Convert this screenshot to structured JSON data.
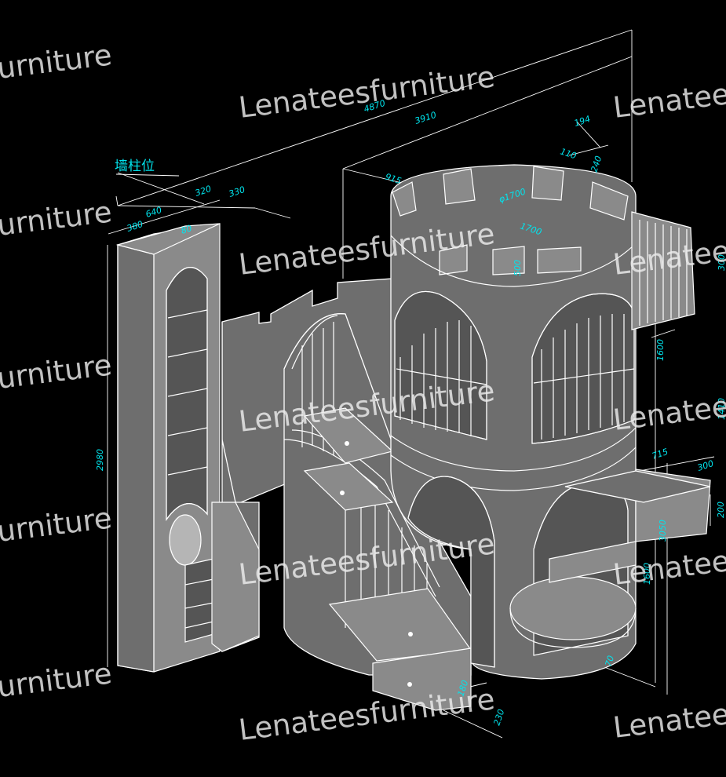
{
  "drawing": {
    "note_label": "墙柱位",
    "dimensions": {
      "total_length": "4870",
      "inner_length": "3910",
      "top_block": "194",
      "top_small": "110",
      "top_height": "240",
      "tower_offset": "915",
      "tower_diameter": "φ1700",
      "tower_width": "1700",
      "wall_gap_a": "320",
      "wall_gap_b": "330",
      "shelf_width": "640",
      "shelf_depth": "380",
      "shelf_small": "80",
      "shelf_height": "2980",
      "battlement_height": "500",
      "upper_level": "1600",
      "side_a": "715",
      "side_b": "300",
      "platform_height": "200",
      "slide_length": "3050",
      "lower_level": "1600",
      "base_offset": "70",
      "step_depth": "230",
      "step_width": "180",
      "right_a": "300",
      "right_b": "1410"
    },
    "watermark": {
      "brand_text": "Lenateesfurniture",
      "cut_text": "urniture"
    }
  }
}
